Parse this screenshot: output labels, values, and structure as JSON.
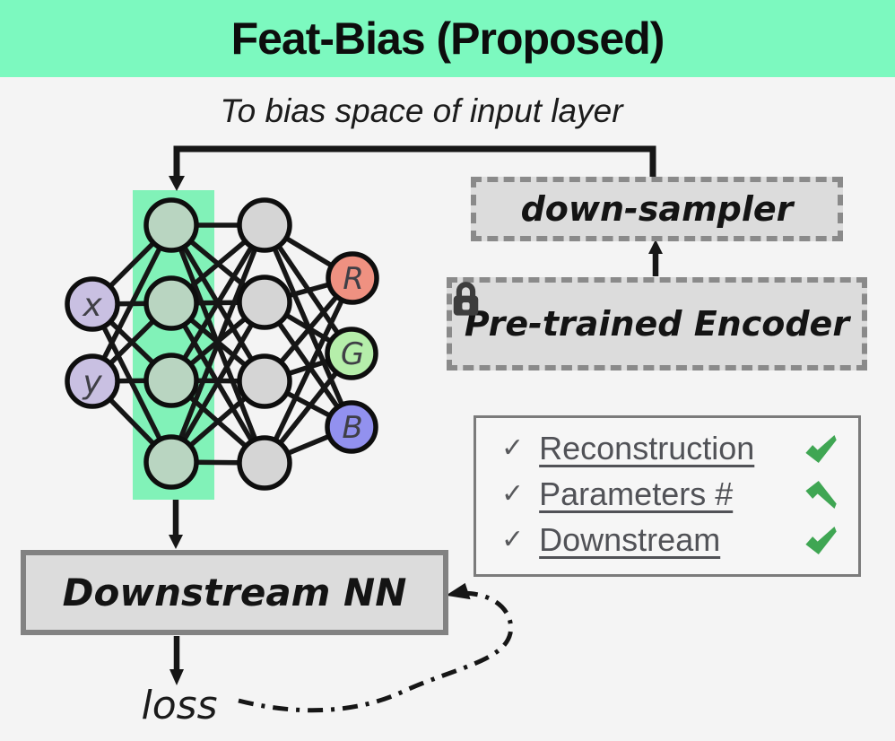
{
  "header": {
    "title": "Feat-Bias (Proposed)"
  },
  "annotations": {
    "bias_arrow": "To bias space of input layer",
    "loss": "loss"
  },
  "network": {
    "input_labels": [
      "x",
      "y"
    ],
    "hidden_layer_sizes": [
      4,
      4
    ],
    "output_labels": [
      "R",
      "G",
      "B"
    ]
  },
  "boxes": {
    "down_sampler": "down-sampler",
    "encoder": "Pre-trained Encoder",
    "downstream": "Downstream NN"
  },
  "checklist": {
    "items": [
      {
        "check": "✓",
        "label": "Reconstruction",
        "trend": "up"
      },
      {
        "check": "✓",
        "label": "Parameters #",
        "trend": "down"
      },
      {
        "check": "✓",
        "label": "Downstream",
        "trend": "up"
      }
    ]
  },
  "colors": {
    "page_bg": "#f4f4f4",
    "header_bg": "#7cf9bf",
    "band": "#81f2b8",
    "node_green": "#b9d5c1",
    "node_gray": "#d5d5d5",
    "node_purple": "#c9c0e2",
    "node_r": "#ef9181",
    "node_g": "#b5eeaa",
    "node_b": "#9291ef",
    "box_fill": "#dcdcdc",
    "trend_green": "#3fa653",
    "ink": "#161616"
  }
}
